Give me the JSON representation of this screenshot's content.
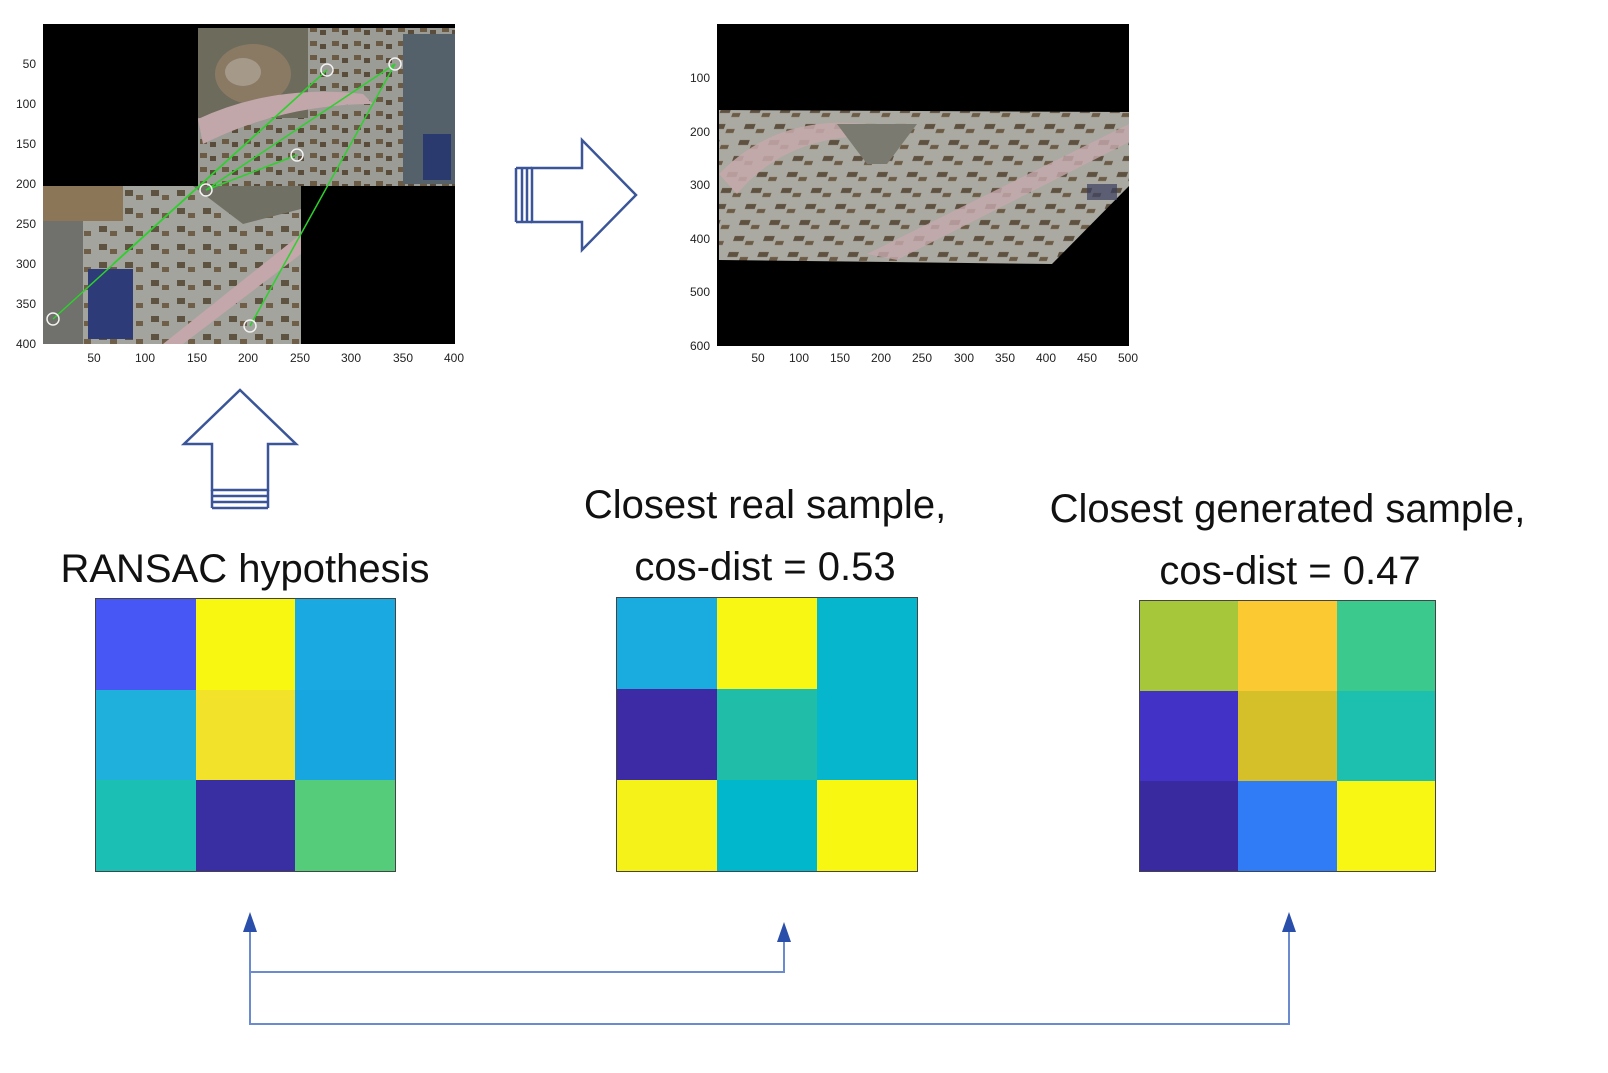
{
  "left_plot": {
    "x_ticks": [
      "50",
      "100",
      "150",
      "200",
      "250",
      "300",
      "350",
      "400"
    ],
    "y_ticks": [
      "50",
      "100",
      "150",
      "200",
      "250",
      "300",
      "350",
      "400"
    ]
  },
  "right_plot": {
    "x_ticks": [
      "50",
      "100",
      "150",
      "200",
      "250",
      "300",
      "350",
      "400",
      "450",
      "500"
    ],
    "y_ticks": [
      "100",
      "200",
      "300",
      "400",
      "500",
      "600"
    ]
  },
  "captions": {
    "ransac": "RANSAC hypothesis",
    "real_line1": "Closest real sample,",
    "real_line2": "cos-dist = 0.53",
    "gen_line1": "Closest generated sample,",
    "gen_line2": "cos-dist = 0.47"
  },
  "heatmaps": {
    "ransac": [
      "#4657f5",
      "#f8f711",
      "#1aa9e0",
      "#1fb0dc",
      "#f3e22a",
      "#17a6df",
      "#1cbfb4",
      "#3a2ea3",
      "#55cc7a"
    ],
    "real": [
      "#1aacdf",
      "#f8f713",
      "#05b6cc",
      "#3c2ba5",
      "#20bea8",
      "#05b6cc",
      "#f5f21a",
      "#00b7cb",
      "#f8f712"
    ],
    "generated": [
      "#a7c73a",
      "#fbc931",
      "#3bc98e",
      "#4232c5",
      "#d5c02a",
      "#1dbfaf",
      "#3a2a9f",
      "#2f7cf6",
      "#f8f713"
    ]
  },
  "colors": {
    "arrow_outline": "#3a5598",
    "connector": "#6a8bd0",
    "connector_head": "#2a4faa"
  }
}
